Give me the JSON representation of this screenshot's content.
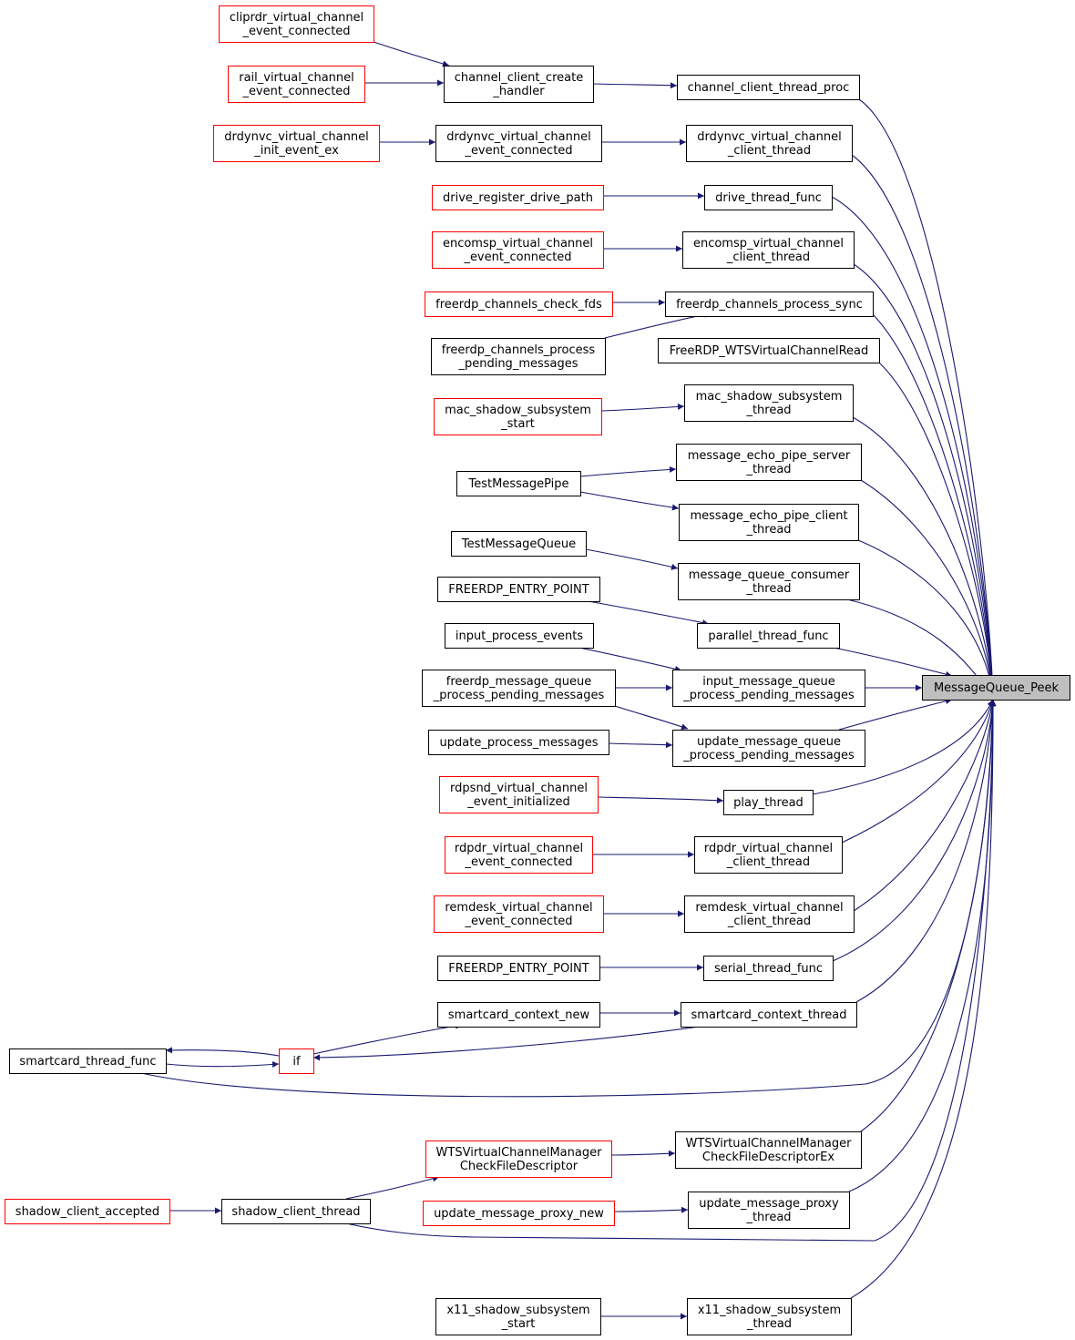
{
  "diagram": {
    "type": "call-graph",
    "colors": {
      "edge": "#191970",
      "root_fill": "#bfbfbf",
      "normal_border": "#000000",
      "truncated_border": "#ff0000",
      "node_fill": "#ffffff"
    },
    "nodes": [
      {
        "id": "n0",
        "lines": [
          "MessageQueue_Peek"
        ],
        "style": "root"
      },
      {
        "id": "n1",
        "lines": [
          "channel_client_thread_proc"
        ],
        "style": "normal"
      },
      {
        "id": "n2",
        "lines": [
          "channel_client_create",
          "_handler"
        ],
        "style": "normal"
      },
      {
        "id": "n3",
        "lines": [
          "cliprdr_virtual_channel",
          "_event_connected"
        ],
        "style": "truncated"
      },
      {
        "id": "n4",
        "lines": [
          "rail_virtual_channel",
          "_event_connected"
        ],
        "style": "truncated"
      },
      {
        "id": "n5",
        "lines": [
          "drdynvc_virtual_channel",
          "_client_thread"
        ],
        "style": "normal"
      },
      {
        "id": "n6",
        "lines": [
          "drdynvc_virtual_channel",
          "_event_connected"
        ],
        "style": "normal"
      },
      {
        "id": "n7",
        "lines": [
          "drdynvc_virtual_channel",
          "_init_event_ex"
        ],
        "style": "truncated"
      },
      {
        "id": "n8",
        "lines": [
          "drive_thread_func"
        ],
        "style": "normal"
      },
      {
        "id": "n9",
        "lines": [
          "drive_register_drive_path"
        ],
        "style": "truncated"
      },
      {
        "id": "n10",
        "lines": [
          "encomsp_virtual_channel",
          "_client_thread"
        ],
        "style": "normal"
      },
      {
        "id": "n11",
        "lines": [
          "encomsp_virtual_channel",
          "_event_connected"
        ],
        "style": "truncated"
      },
      {
        "id": "n12",
        "lines": [
          "freerdp_channels_process_sync"
        ],
        "style": "normal"
      },
      {
        "id": "n13",
        "lines": [
          "freerdp_channels_check_fds"
        ],
        "style": "truncated"
      },
      {
        "id": "n14",
        "lines": [
          "freerdp_channels_process",
          "_pending_messages"
        ],
        "style": "normal"
      },
      {
        "id": "n15",
        "lines": [
          "FreeRDP_WTSVirtualChannelRead"
        ],
        "style": "normal"
      },
      {
        "id": "n16",
        "lines": [
          "mac_shadow_subsystem",
          "_thread"
        ],
        "style": "normal"
      },
      {
        "id": "n17",
        "lines": [
          "mac_shadow_subsystem",
          "_start"
        ],
        "style": "truncated"
      },
      {
        "id": "n18",
        "lines": [
          "message_echo_pipe_server",
          "_thread"
        ],
        "style": "normal"
      },
      {
        "id": "n19",
        "lines": [
          "TestMessagePipe"
        ],
        "style": "normal"
      },
      {
        "id": "n20",
        "lines": [
          "message_echo_pipe_client",
          "_thread"
        ],
        "style": "normal"
      },
      {
        "id": "n21",
        "lines": [
          "TestMessageQueue"
        ],
        "style": "normal"
      },
      {
        "id": "n22",
        "lines": [
          "message_queue_consumer",
          "_thread"
        ],
        "style": "normal"
      },
      {
        "id": "n23",
        "lines": [
          "FREERDP_ENTRY_POINT"
        ],
        "style": "normal"
      },
      {
        "id": "n24",
        "lines": [
          "parallel_thread_func"
        ],
        "style": "normal"
      },
      {
        "id": "n25",
        "lines": [
          "input_process_events"
        ],
        "style": "normal"
      },
      {
        "id": "n26",
        "lines": [
          "freerdp_message_queue",
          "_process_pending_messages"
        ],
        "style": "normal"
      },
      {
        "id": "n27",
        "lines": [
          "input_message_queue",
          "_process_pending_messages"
        ],
        "style": "normal"
      },
      {
        "id": "n28",
        "lines": [
          "update_process_messages"
        ],
        "style": "normal"
      },
      {
        "id": "n29",
        "lines": [
          "update_message_queue",
          "_process_pending_messages"
        ],
        "style": "normal"
      },
      {
        "id": "n30",
        "lines": [
          "rdpsnd_virtual_channel",
          "_event_initialized"
        ],
        "style": "truncated"
      },
      {
        "id": "n31",
        "lines": [
          "play_thread"
        ],
        "style": "normal"
      },
      {
        "id": "n32",
        "lines": [
          "rdpdr_virtual_channel",
          "_event_connected"
        ],
        "style": "truncated"
      },
      {
        "id": "n33",
        "lines": [
          "rdpdr_virtual_channel",
          "_client_thread"
        ],
        "style": "normal"
      },
      {
        "id": "n34",
        "lines": [
          "remdesk_virtual_channel",
          "_event_connected"
        ],
        "style": "truncated"
      },
      {
        "id": "n35",
        "lines": [
          "remdesk_virtual_channel",
          "_client_thread"
        ],
        "style": "normal"
      },
      {
        "id": "n36",
        "lines": [
          "FREERDP_ENTRY_POINT"
        ],
        "style": "normal"
      },
      {
        "id": "n37",
        "lines": [
          "serial_thread_func"
        ],
        "style": "normal"
      },
      {
        "id": "n38",
        "lines": [
          "smartcard_context_new"
        ],
        "style": "normal"
      },
      {
        "id": "n39",
        "lines": [
          "smartcard_context_thread"
        ],
        "style": "normal"
      },
      {
        "id": "n40",
        "lines": [
          "smartcard_thread_func"
        ],
        "style": "normal"
      },
      {
        "id": "n41",
        "lines": [
          "if"
        ],
        "style": "truncated"
      },
      {
        "id": "n42",
        "lines": [
          "WTSVirtualChannelManager",
          "CheckFileDescriptor"
        ],
        "style": "truncated"
      },
      {
        "id": "n43",
        "lines": [
          "WTSVirtualChannelManager",
          "CheckFileDescriptorEx"
        ],
        "style": "normal"
      },
      {
        "id": "n44",
        "lines": [
          "shadow_client_accepted"
        ],
        "style": "truncated"
      },
      {
        "id": "n45",
        "lines": [
          "shadow_client_thread"
        ],
        "style": "normal"
      },
      {
        "id": "n46",
        "lines": [
          "update_message_proxy_new"
        ],
        "style": "truncated"
      },
      {
        "id": "n47",
        "lines": [
          "update_message_proxy",
          "_thread"
        ],
        "style": "normal"
      },
      {
        "id": "n48",
        "lines": [
          "x11_shadow_subsystem",
          "_start"
        ],
        "style": "normal"
      },
      {
        "id": "n49",
        "lines": [
          "x11_shadow_subsystem",
          "_thread"
        ],
        "style": "normal"
      }
    ],
    "edges": [
      {
        "from": "n1",
        "to": "n0"
      },
      {
        "from": "n2",
        "to": "n1"
      },
      {
        "from": "n3",
        "to": "n2"
      },
      {
        "from": "n4",
        "to": "n2"
      },
      {
        "from": "n5",
        "to": "n0"
      },
      {
        "from": "n6",
        "to": "n5"
      },
      {
        "from": "n7",
        "to": "n6"
      },
      {
        "from": "n8",
        "to": "n0"
      },
      {
        "from": "n9",
        "to": "n8"
      },
      {
        "from": "n10",
        "to": "n0"
      },
      {
        "from": "n11",
        "to": "n10"
      },
      {
        "from": "n12",
        "to": "n0"
      },
      {
        "from": "n13",
        "to": "n12"
      },
      {
        "from": "n14",
        "to": "n12"
      },
      {
        "from": "n15",
        "to": "n0"
      },
      {
        "from": "n16",
        "to": "n0"
      },
      {
        "from": "n17",
        "to": "n16"
      },
      {
        "from": "n18",
        "to": "n0"
      },
      {
        "from": "n19",
        "to": "n18"
      },
      {
        "from": "n19",
        "to": "n20"
      },
      {
        "from": "n20",
        "to": "n0"
      },
      {
        "from": "n21",
        "to": "n22"
      },
      {
        "from": "n22",
        "to": "n0"
      },
      {
        "from": "n23",
        "to": "n24"
      },
      {
        "from": "n24",
        "to": "n0"
      },
      {
        "from": "n25",
        "to": "n27"
      },
      {
        "from": "n26",
        "to": "n27"
      },
      {
        "from": "n26",
        "to": "n29"
      },
      {
        "from": "n27",
        "to": "n0"
      },
      {
        "from": "n28",
        "to": "n29"
      },
      {
        "from": "n29",
        "to": "n0"
      },
      {
        "from": "n30",
        "to": "n31"
      },
      {
        "from": "n31",
        "to": "n0"
      },
      {
        "from": "n32",
        "to": "n33"
      },
      {
        "from": "n33",
        "to": "n0"
      },
      {
        "from": "n34",
        "to": "n35"
      },
      {
        "from": "n35",
        "to": "n0"
      },
      {
        "from": "n36",
        "to": "n37"
      },
      {
        "from": "n37",
        "to": "n0"
      },
      {
        "from": "n38",
        "to": "n39"
      },
      {
        "from": "n39",
        "to": "n0"
      },
      {
        "from": "n39",
        "to": "n41"
      },
      {
        "from": "n41",
        "to": "n38"
      },
      {
        "from": "n41",
        "to": "n40"
      },
      {
        "from": "n40",
        "to": "n41"
      },
      {
        "from": "n40",
        "to": "n0"
      },
      {
        "from": "n42",
        "to": "n43"
      },
      {
        "from": "n43",
        "to": "n0"
      },
      {
        "from": "n45",
        "to": "n42"
      },
      {
        "from": "n44",
        "to": "n45"
      },
      {
        "from": "n45",
        "to": "n0"
      },
      {
        "from": "n46",
        "to": "n47"
      },
      {
        "from": "n47",
        "to": "n0"
      },
      {
        "from": "n48",
        "to": "n49"
      },
      {
        "from": "n49",
        "to": "n0"
      }
    ]
  }
}
